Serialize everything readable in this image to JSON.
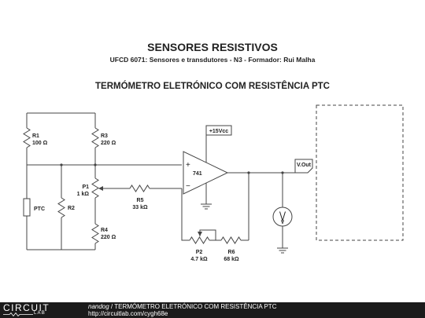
{
  "header": {
    "title": "SENSORES RESISTIVOS",
    "subtitle": "UFCD 6071: Sensores e transdutores - N3 - Formador: Rui Malha",
    "circuit_title": "TERMÓMETRO ELETRÓNICO COM RESISTÊNCIA PTC"
  },
  "components": {
    "r1": {
      "name": "R1",
      "value": "100 Ω"
    },
    "r3": {
      "name": "R3",
      "value": "220 Ω"
    },
    "p1": {
      "name": "P1",
      "value": "1 kΩ"
    },
    "r4": {
      "name": "R4",
      "value": "220 Ω"
    },
    "r2": {
      "name": "R2"
    },
    "ptc": {
      "name": "PTC"
    },
    "r5": {
      "name": "R5",
      "value": "33 kΩ"
    },
    "opamp": {
      "name": "741",
      "plus": "+",
      "minus": "−"
    },
    "supply": {
      "label": "+15Vcc"
    },
    "vout": {
      "label": "V.Out"
    },
    "voltmeter": {
      "symbol": "V"
    },
    "p2": {
      "name": "P2",
      "value": "4.7 kΩ"
    },
    "r6": {
      "name": "R6",
      "value": "68 kΩ"
    }
  },
  "footer": {
    "logo_top": "CIRCUIT",
    "logo_bottom": "LAB",
    "author": "nandog",
    "separator": " / ",
    "circuit_name": "TERMÓMETRO ELETRÓNICO COM RESISTÊNCIA PTC",
    "url": "http://circuitlab.com/cygh68e"
  },
  "colors": {
    "wire": "#444444",
    "text": "#222222",
    "footer_bg": "#1b1b1b",
    "footer_text": "#ffffff"
  }
}
